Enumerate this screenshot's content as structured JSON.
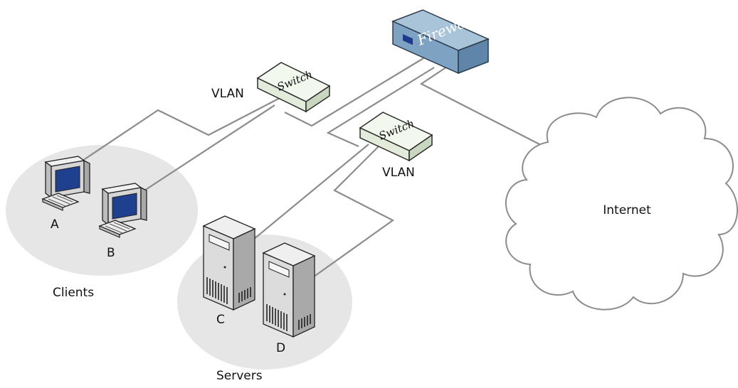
{
  "diagram": {
    "labels": {
      "client_a": "A",
      "client_b": "B",
      "clients_group": "Clients",
      "server_c": "C",
      "server_d": "D",
      "servers_group": "Servers",
      "internet": "Internet",
      "vlan_top": "VLAN",
      "vlan_bottom": "VLAN",
      "switch_top": "Switch",
      "switch_bottom": "Switch",
      "firewall": "Firewall"
    },
    "colors": {
      "group_fill": "#e6e6e6",
      "cable": "#8c8c8c",
      "switch_top_face": "#f3f8ee",
      "switch_side": "#c9d7c0",
      "firewall_top": "#a9c3d8",
      "firewall_side": "#5f86a8",
      "monitor_screen": "#1f3f8f",
      "device_body": "#dcdcdc"
    }
  }
}
